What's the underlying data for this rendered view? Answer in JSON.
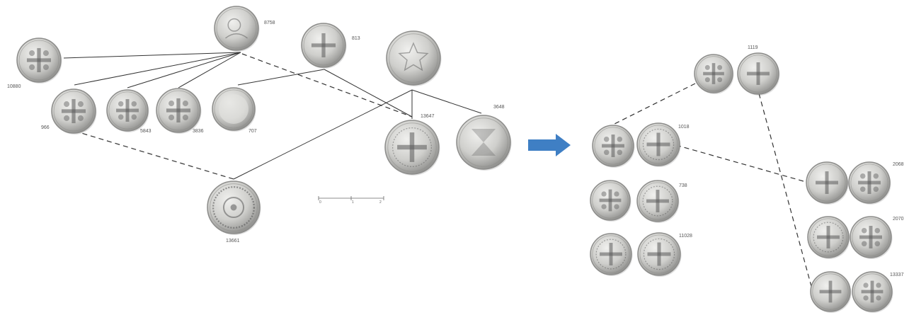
{
  "colors": {
    "background": "#ffffff",
    "coin_face": "#d2d2d0",
    "coin_rim": "#8d8d8b",
    "coin_dark": "#5a5a5a",
    "link_line": "#333333",
    "arrow": "#3f7fc4"
  },
  "left_group": {
    "coins": [
      {
        "id": "c8758",
        "label": "8758",
        "motif": "portrait"
      },
      {
        "id": "c10880",
        "label": "10880",
        "motif": "cross-dotted"
      },
      {
        "id": "c813",
        "label": "813",
        "motif": "cross-plain"
      },
      {
        "id": "cstar",
        "label": "",
        "motif": "star"
      },
      {
        "id": "c966",
        "label": "966",
        "motif": "cross-dotted"
      },
      {
        "id": "c5843",
        "label": "5843",
        "motif": "cross-dotted"
      },
      {
        "id": "c3836",
        "label": "3836",
        "motif": "cross-dotted"
      },
      {
        "id": "c707",
        "label": "707",
        "motif": "blank"
      },
      {
        "id": "c13647",
        "label": "13647",
        "motif": "cross-ring"
      },
      {
        "id": "c3648",
        "label": "3648",
        "motif": "hourglass"
      },
      {
        "id": "c13661",
        "label": "13661",
        "motif": "ornate"
      }
    ]
  },
  "scale_bar": {
    "ticks": [
      "0",
      "1",
      "2"
    ]
  },
  "arrow": {
    "icon": "right-arrow-icon"
  },
  "right_group": {
    "coins": [
      {
        "id": "r-top-a",
        "label": "",
        "motif": "cross-dotted"
      },
      {
        "id": "r-top-b",
        "label": "1119",
        "motif": "cross-plain"
      },
      {
        "id": "r-1018-a",
        "label": "",
        "motif": "cross-dotted"
      },
      {
        "id": "r-1018-b",
        "label": "1018",
        "motif": "cross-ring"
      },
      {
        "id": "r-738-a",
        "label": "",
        "motif": "cross-dotted"
      },
      {
        "id": "r-738-b",
        "label": "738",
        "motif": "cross-ring"
      },
      {
        "id": "r-11028-a",
        "label": "",
        "motif": "cross-ring"
      },
      {
        "id": "r-11028-b",
        "label": "11028",
        "motif": "cross-ring"
      },
      {
        "id": "r-2068-a",
        "label": "",
        "motif": "cross-plain"
      },
      {
        "id": "r-2068-b",
        "label": "2068",
        "motif": "cross-dotted"
      },
      {
        "id": "r-2070-a",
        "label": "",
        "motif": "cross-ring"
      },
      {
        "id": "r-2070-b",
        "label": "2070",
        "motif": "cross-dotted"
      },
      {
        "id": "r-13337-a",
        "label": "",
        "motif": "cross-plain"
      },
      {
        "id": "r-13337-b",
        "label": "13337",
        "motif": "cross-dotted"
      }
    ]
  }
}
